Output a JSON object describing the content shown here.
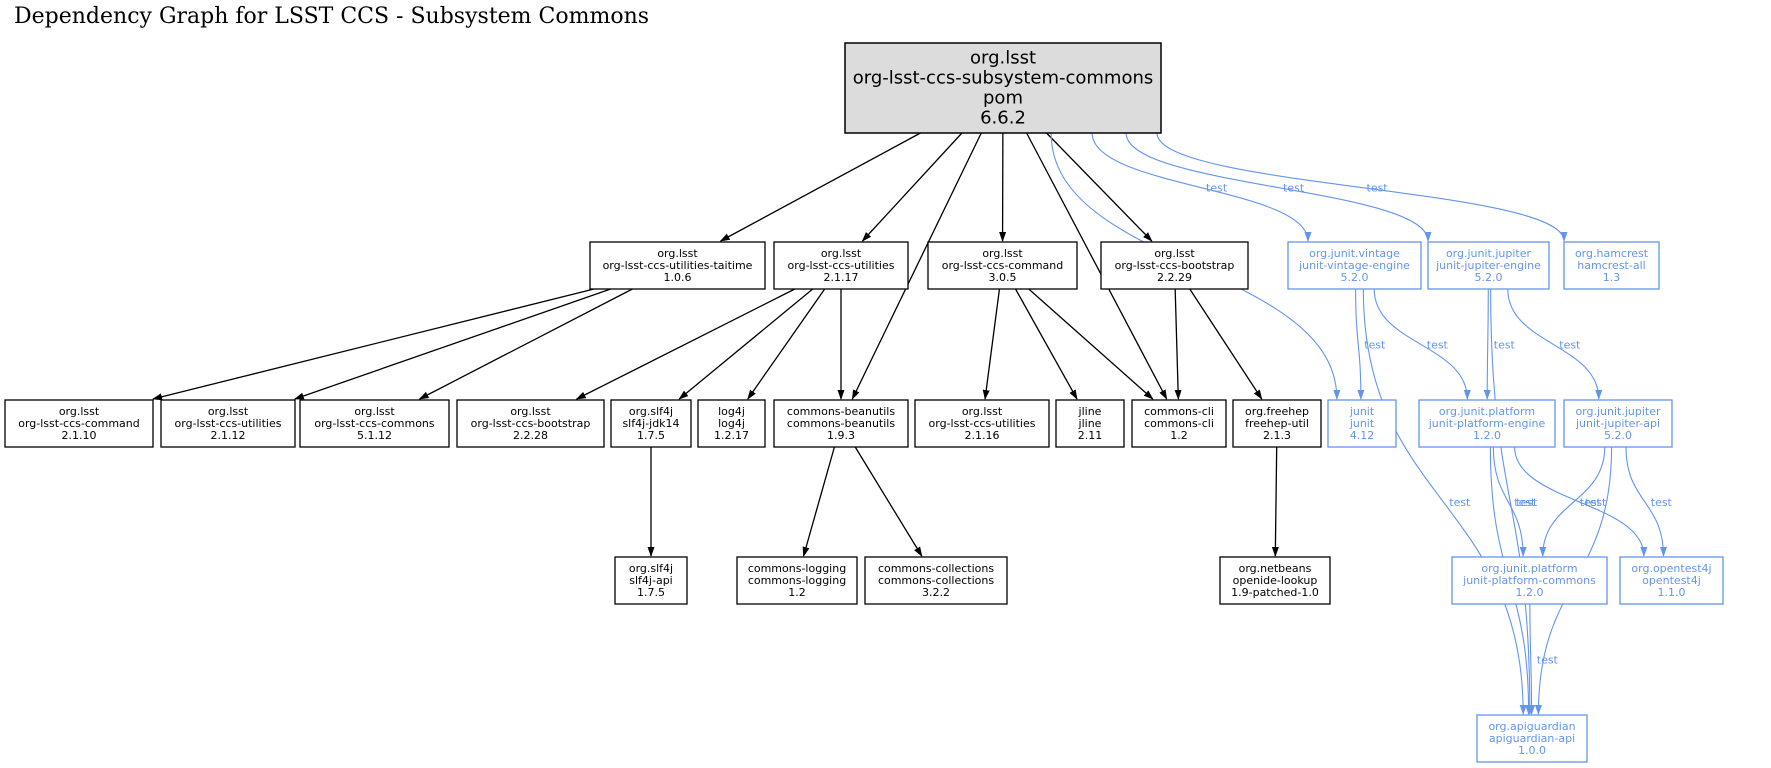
{
  "title": "Dependency Graph for LSST CCS - Subsystem Commons",
  "colors": {
    "compile": "#000000",
    "test": "#6495ed",
    "root_fill": "#dcdcdc"
  },
  "nodes": [
    {
      "id": "root",
      "lines": [
        "org.lsst",
        "org-lsst-ccs-subsystem-commons",
        "pom",
        "6.6.2"
      ],
      "kind": "root"
    },
    {
      "id": "taitime",
      "lines": [
        "org.lsst",
        "org-lsst-ccs-utilities-taitime",
        "1.0.6"
      ],
      "kind": "compile"
    },
    {
      "id": "utilities2117",
      "lines": [
        "org.lsst",
        "org-lsst-ccs-utilities",
        "2.1.17"
      ],
      "kind": "compile"
    },
    {
      "id": "command305",
      "lines": [
        "org.lsst",
        "org-lsst-ccs-command",
        "3.0.5"
      ],
      "kind": "compile"
    },
    {
      "id": "bootstrap2229",
      "lines": [
        "org.lsst",
        "org-lsst-ccs-bootstrap",
        "2.2.29"
      ],
      "kind": "compile"
    },
    {
      "id": "vintage",
      "lines": [
        "org.junit.vintage",
        "junit-vintage-engine",
        "5.2.0"
      ],
      "kind": "test"
    },
    {
      "id": "jupiterengine",
      "lines": [
        "org.junit.jupiter",
        "junit-jupiter-engine",
        "5.2.0"
      ],
      "kind": "test"
    },
    {
      "id": "hamcrest",
      "lines": [
        "org.hamcrest",
        "hamcrest-all",
        "1.3"
      ],
      "kind": "test"
    },
    {
      "id": "command2110",
      "lines": [
        "org.lsst",
        "org-lsst-ccs-command",
        "2.1.10"
      ],
      "kind": "compile"
    },
    {
      "id": "utilities2112",
      "lines": [
        "org.lsst",
        "org-lsst-ccs-utilities",
        "2.1.12"
      ],
      "kind": "compile"
    },
    {
      "id": "commons5112",
      "lines": [
        "org.lsst",
        "org-lsst-ccs-commons",
        "5.1.12"
      ],
      "kind": "compile"
    },
    {
      "id": "bootstrap2228",
      "lines": [
        "org.lsst",
        "org-lsst-ccs-bootstrap",
        "2.2.28"
      ],
      "kind": "compile"
    },
    {
      "id": "slf4jjdk14",
      "lines": [
        "org.slf4j",
        "slf4j-jdk14",
        "1.7.5"
      ],
      "kind": "compile"
    },
    {
      "id": "log4j",
      "lines": [
        "log4j",
        "log4j",
        "1.2.17"
      ],
      "kind": "compile"
    },
    {
      "id": "beanutils",
      "lines": [
        "commons-beanutils",
        "commons-beanutils",
        "1.9.3"
      ],
      "kind": "compile"
    },
    {
      "id": "utilities2116",
      "lines": [
        "org.lsst",
        "org-lsst-ccs-utilities",
        "2.1.16"
      ],
      "kind": "compile"
    },
    {
      "id": "jline",
      "lines": [
        "jline",
        "jline",
        "2.11"
      ],
      "kind": "compile"
    },
    {
      "id": "commonscli",
      "lines": [
        "commons-cli",
        "commons-cli",
        "1.2"
      ],
      "kind": "compile"
    },
    {
      "id": "freehep",
      "lines": [
        "org.freehep",
        "freehep-util",
        "2.1.3"
      ],
      "kind": "compile"
    },
    {
      "id": "junit",
      "lines": [
        "junit",
        "junit",
        "4.12"
      ],
      "kind": "test"
    },
    {
      "id": "platformengine",
      "lines": [
        "org.junit.platform",
        "junit-platform-engine",
        "1.2.0"
      ],
      "kind": "test"
    },
    {
      "id": "jupiterapi",
      "lines": [
        "org.junit.jupiter",
        "junit-jupiter-api",
        "5.2.0"
      ],
      "kind": "test"
    },
    {
      "id": "slf4japi",
      "lines": [
        "org.slf4j",
        "slf4j-api",
        "1.7.5"
      ],
      "kind": "compile"
    },
    {
      "id": "logging",
      "lines": [
        "commons-logging",
        "commons-logging",
        "1.2"
      ],
      "kind": "compile"
    },
    {
      "id": "collections",
      "lines": [
        "commons-collections",
        "commons-collections",
        "3.2.2"
      ],
      "kind": "compile"
    },
    {
      "id": "openide",
      "lines": [
        "org.netbeans",
        "openide-lookup",
        "1.9-patched-1.0"
      ],
      "kind": "compile"
    },
    {
      "id": "platformcommons",
      "lines": [
        "org.junit.platform",
        "junit-platform-commons",
        "1.2.0"
      ],
      "kind": "test"
    },
    {
      "id": "opentest4j",
      "lines": [
        "org.opentest4j",
        "opentest4j",
        "1.1.0"
      ],
      "kind": "test"
    },
    {
      "id": "apiguardian",
      "lines": [
        "org.apiguardian",
        "apiguardian-api",
        "1.0.0"
      ],
      "kind": "test"
    }
  ],
  "edges": [
    {
      "from": "root",
      "to": "taitime",
      "label": ""
    },
    {
      "from": "root",
      "to": "utilities2117",
      "label": ""
    },
    {
      "from": "root",
      "to": "beanutils",
      "label": ""
    },
    {
      "from": "root",
      "to": "command305",
      "label": ""
    },
    {
      "from": "root",
      "to": "commonscli",
      "label": ""
    },
    {
      "from": "root",
      "to": "bootstrap2229",
      "label": ""
    },
    {
      "from": "root",
      "to": "junit",
      "label": "test"
    },
    {
      "from": "root",
      "to": "vintage",
      "label": "test"
    },
    {
      "from": "root",
      "to": "jupiterengine",
      "label": "test"
    },
    {
      "from": "root",
      "to": "hamcrest",
      "label": "test"
    },
    {
      "from": "taitime",
      "to": "command2110",
      "label": ""
    },
    {
      "from": "taitime",
      "to": "utilities2112",
      "label": ""
    },
    {
      "from": "taitime",
      "to": "commons5112",
      "label": ""
    },
    {
      "from": "utilities2117",
      "to": "bootstrap2228",
      "label": ""
    },
    {
      "from": "utilities2117",
      "to": "slf4jjdk14",
      "label": ""
    },
    {
      "from": "utilities2117",
      "to": "log4j",
      "label": ""
    },
    {
      "from": "utilities2117",
      "to": "beanutils",
      "label": ""
    },
    {
      "from": "command305",
      "to": "utilities2116",
      "label": ""
    },
    {
      "from": "command305",
      "to": "jline",
      "label": ""
    },
    {
      "from": "command305",
      "to": "commonscli",
      "label": ""
    },
    {
      "from": "bootstrap2229",
      "to": "commonscli",
      "label": ""
    },
    {
      "from": "bootstrap2229",
      "to": "freehep",
      "label": ""
    },
    {
      "from": "slf4jjdk14",
      "to": "slf4japi",
      "label": ""
    },
    {
      "from": "beanutils",
      "to": "logging",
      "label": ""
    },
    {
      "from": "beanutils",
      "to": "collections",
      "label": ""
    },
    {
      "from": "freehep",
      "to": "openide",
      "label": ""
    },
    {
      "from": "vintage",
      "to": "junit",
      "label": "test"
    },
    {
      "from": "vintage",
      "to": "platformengine",
      "label": "test"
    },
    {
      "from": "vintage",
      "to": "apiguardian",
      "label": "test"
    },
    {
      "from": "jupiterengine",
      "to": "platformengine",
      "label": "test"
    },
    {
      "from": "jupiterengine",
      "to": "jupiterapi",
      "label": "test"
    },
    {
      "from": "jupiterengine",
      "to": "apiguardian",
      "label": "test"
    },
    {
      "from": "platformengine",
      "to": "platformcommons",
      "label": "test"
    },
    {
      "from": "platformengine",
      "to": "opentest4j",
      "label": "test"
    },
    {
      "from": "platformengine",
      "to": "apiguardian",
      "label": "test"
    },
    {
      "from": "jupiterapi",
      "to": "platformcommons",
      "label": "test"
    },
    {
      "from": "jupiterapi",
      "to": "opentest4j",
      "label": "test"
    },
    {
      "from": "jupiterapi",
      "to": "apiguardian",
      "label": "test"
    },
    {
      "from": "platformcommons",
      "to": "apiguardian",
      "label": "test"
    }
  ]
}
